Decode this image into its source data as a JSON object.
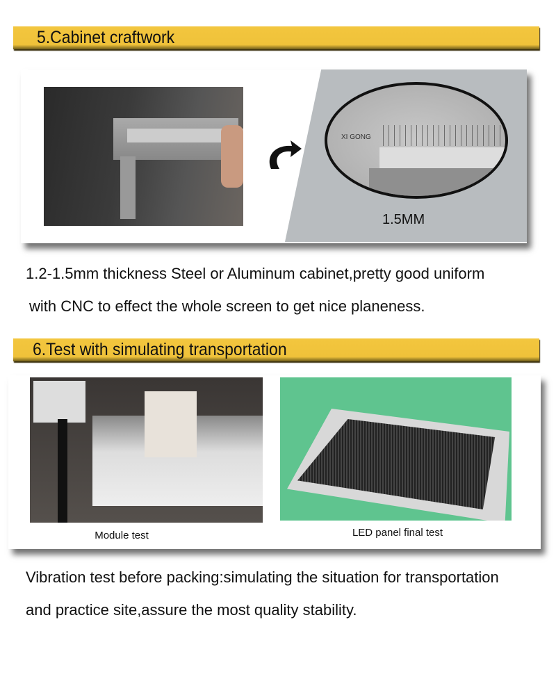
{
  "section5": {
    "title": "5.Cabinet craftwork",
    "zoom_logo": "XI GONG",
    "measurement": "1.5MM",
    "description": [
      "1.2-1.5mm thickness Steel or Aluminum cabinet,pretty good uniform",
      "with CNC to effect the whole screen to get nice planeness."
    ]
  },
  "section6": {
    "title": "6.Test with simulating transportation",
    "captions": [
      "Module test",
      "LED panel final test"
    ],
    "description": [
      "Vibration test before packing:simulating the situation for transportation",
      "and practice site,assure the most quality stability."
    ]
  },
  "colors": {
    "header": "#f0c23c",
    "green_bg": "#5fc48f"
  }
}
